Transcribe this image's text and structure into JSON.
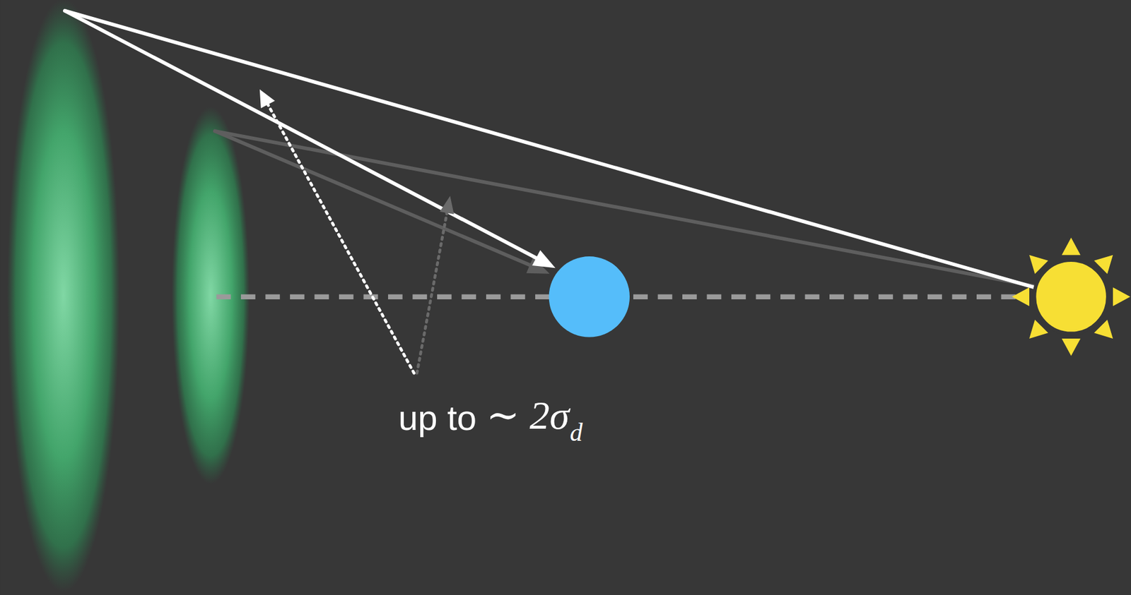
{
  "diagram": {
    "labels": [
      "up to",
      "∼ 2σ",
      "d"
    ]
  }
}
